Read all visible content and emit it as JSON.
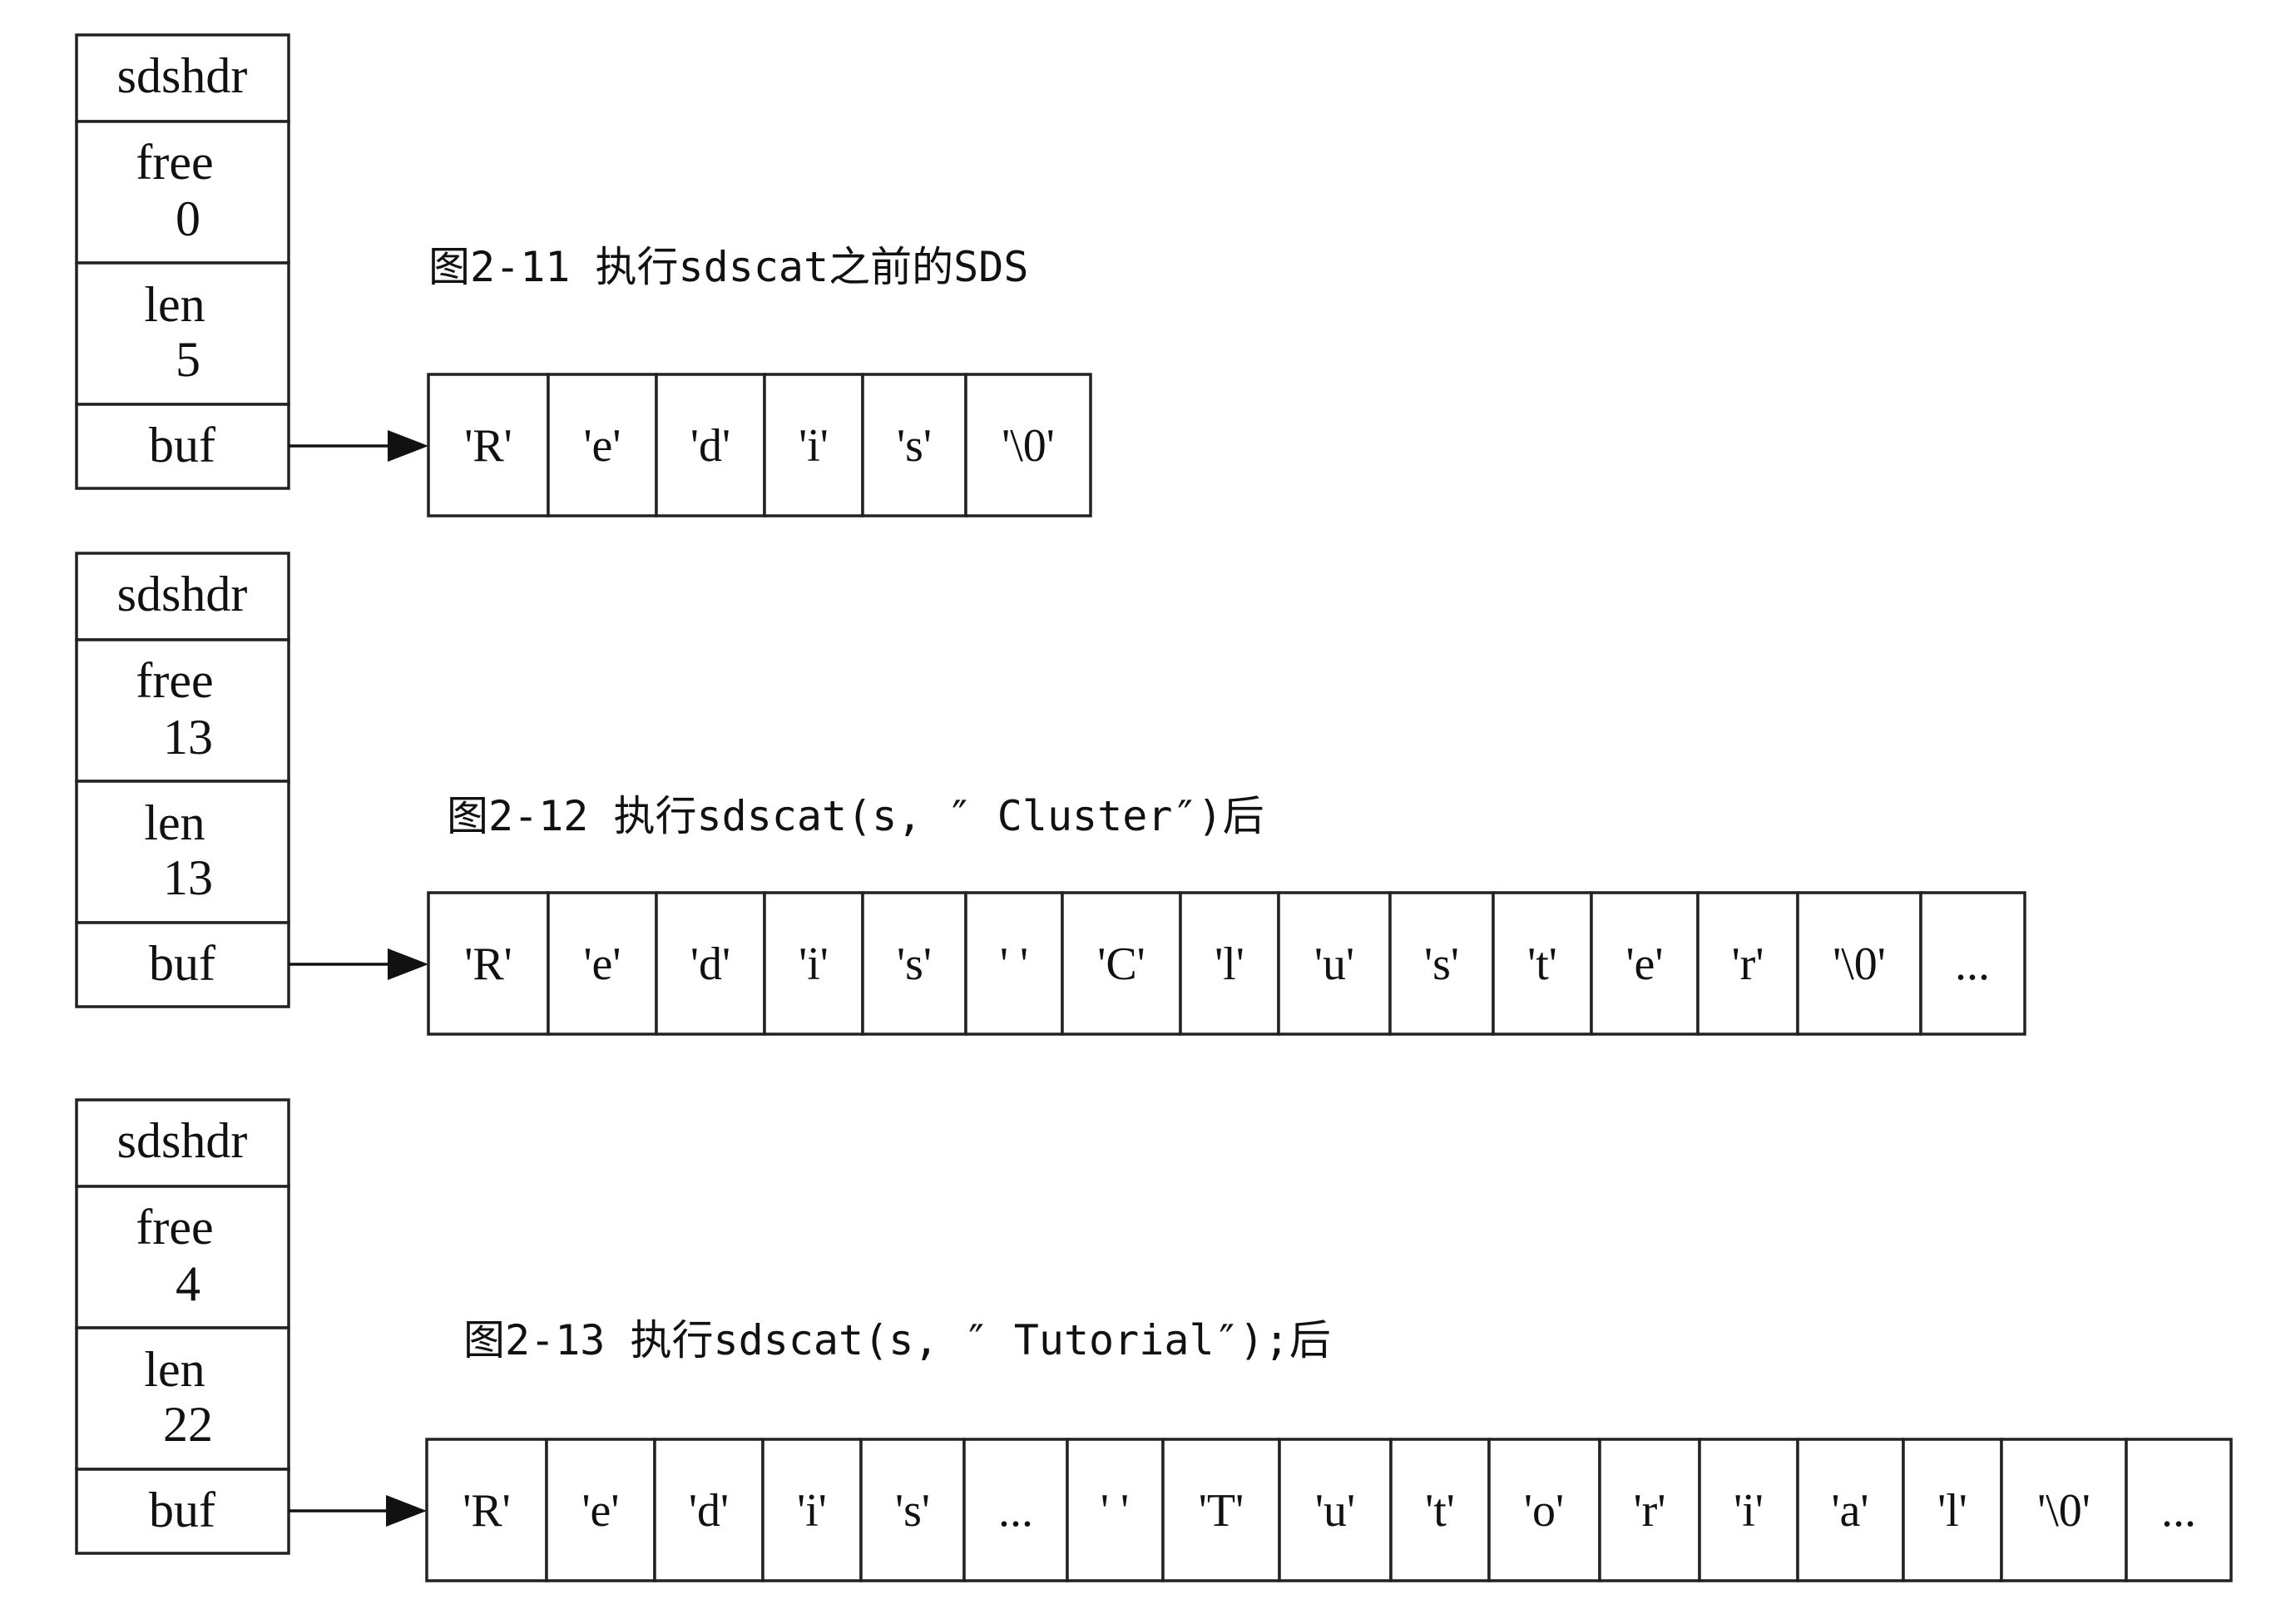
{
  "figures": [
    {
      "caption": "图2-11   执行sdscat之前的SDS",
      "header": {
        "title": "sdshdr",
        "free_label": "free",
        "free_value": "0",
        "len_label": "len",
        "len_value": "5",
        "buf_label": "buf"
      },
      "buffer": [
        "'R'",
        "'e'",
        "'d'",
        "'i'",
        "'s'",
        "'\\0'"
      ]
    },
    {
      "caption": "图2-12   执行sdscat(s, ″ Cluster″)后",
      "header": {
        "title": "sdshdr",
        "free_label": "free",
        "free_value": "13",
        "len_label": "len",
        "len_value": "13",
        "buf_label": "buf"
      },
      "buffer": [
        "'R'",
        "'e'",
        "'d'",
        "'i'",
        "'s'",
        "' '",
        "'C'",
        "'l'",
        "'u'",
        "'s'",
        "'t'",
        "'e'",
        "'r'",
        "'\\0'",
        "..."
      ]
    },
    {
      "caption": "图2-13   执行sdscat(s, ″ Tutorial″);后",
      "header": {
        "title": "sdshdr",
        "free_label": "free",
        "free_value": "4",
        "len_label": "len",
        "len_value": "22",
        "buf_label": "buf"
      },
      "buffer": [
        "'R'",
        "'e'",
        "'d'",
        "'i'",
        "'s'",
        "...",
        "' '",
        "'T'",
        "'u'",
        "'t'",
        "'o'",
        "'r'",
        "'i'",
        "'a'",
        "'l'",
        "'\\0'",
        "..."
      ]
    }
  ]
}
